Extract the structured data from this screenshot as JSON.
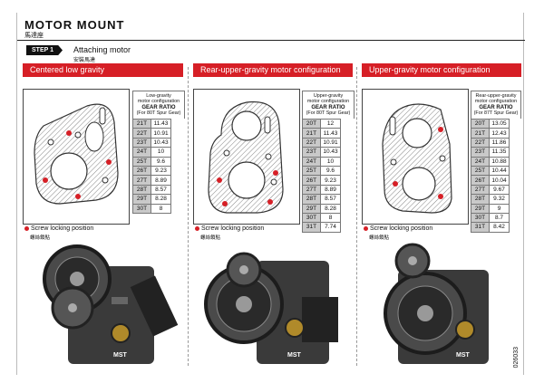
{
  "header": {
    "title": "MOTOR MOUNT",
    "title_sub": "馬達座",
    "step_label": "STEP 1",
    "step_title": "Attaching motor",
    "step_sub": "安裝馬達"
  },
  "columns": [
    {
      "heading": "Centered low gravity",
      "table_head_lines": [
        "Low-gravity",
        "motor configuration"
      ],
      "table_title": "GEAR RATIO",
      "table_sub": "(For 80T Spur Gear)",
      "rows": [
        [
          "21T",
          "11.43"
        ],
        [
          "22T",
          "10.91"
        ],
        [
          "23T",
          "10.43"
        ],
        [
          "24T",
          "10"
        ],
        [
          "25T",
          "9.6"
        ],
        [
          "26T",
          "9.23"
        ],
        [
          "27T",
          "8.89"
        ],
        [
          "28T",
          "8.57"
        ],
        [
          "29T",
          "8.28"
        ],
        [
          "30T",
          "8"
        ]
      ],
      "screw_label": "Screw locking position",
      "screw_sub": "螺絲鎖點",
      "photo_logo": "MST"
    },
    {
      "heading": "Rear-upper-gravity motor configuration",
      "table_head_lines": [
        "Upper-gravity",
        "motor configuration"
      ],
      "table_title": "GEAR RATIO",
      "table_sub": "(For 80T Spur Gear)",
      "rows": [
        [
          "20T",
          "12"
        ],
        [
          "21T",
          "11.43"
        ],
        [
          "22T",
          "10.91"
        ],
        [
          "23T",
          "10.43"
        ],
        [
          "24T",
          "10"
        ],
        [
          "25T",
          "9.6"
        ],
        [
          "26T",
          "9.23"
        ],
        [
          "27T",
          "8.89"
        ],
        [
          "28T",
          "8.57"
        ],
        [
          "29T",
          "8.28"
        ],
        [
          "30T",
          "8"
        ],
        [
          "31T",
          "7.74"
        ]
      ],
      "screw_label": "Screw locking position",
      "screw_sub": "螺絲鎖點",
      "photo_logo": "MST"
    },
    {
      "heading": "Upper-gravity motor configuration",
      "table_head_lines": [
        "Rear-upper-gravity",
        "motor configuration"
      ],
      "table_title": "GEAR RATIO",
      "table_sub": "(For 87T Spur Gear)",
      "rows": [
        [
          "20T",
          "13.05"
        ],
        [
          "21T",
          "12.43"
        ],
        [
          "22T",
          "11.86"
        ],
        [
          "23T",
          "11.35"
        ],
        [
          "24T",
          "10.88"
        ],
        [
          "25T",
          "10.44"
        ],
        [
          "26T",
          "10.04"
        ],
        [
          "27T",
          "9.67"
        ],
        [
          "28T",
          "9.32"
        ],
        [
          "29T",
          "9"
        ],
        [
          "30T",
          "8.7"
        ],
        [
          "31T",
          "8.42"
        ]
      ],
      "screw_label": "Screw locking position",
      "screw_sub": "螺絲鎖點",
      "photo_logo": "MST"
    }
  ],
  "doc_code": "026033",
  "colors": {
    "accent": "#d61f26",
    "table_key": "#c9c9c9",
    "ink": "#111111"
  }
}
